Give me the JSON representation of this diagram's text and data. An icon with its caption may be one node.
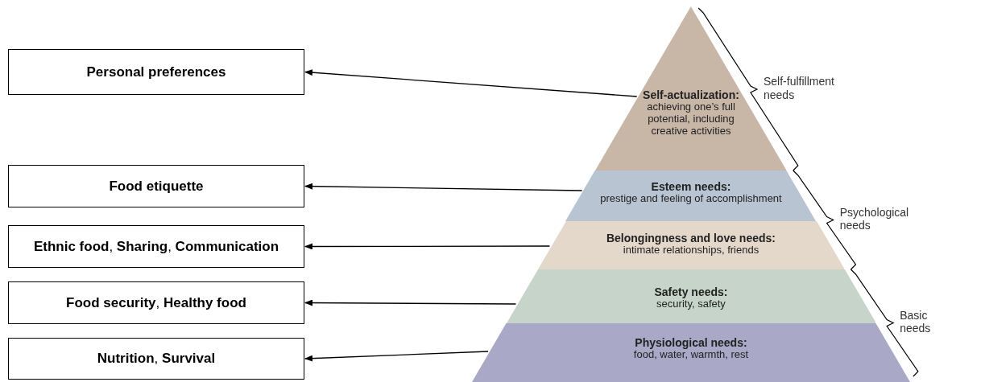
{
  "diagram": {
    "nodes": [
      {
        "text": [
          "Personal preferences"
        ]
      },
      {
        "text": [
          "Food etiquette"
        ]
      },
      {
        "text": [
          "**Ethnic food**, **Sharing**, **Communication**"
        ]
      },
      {
        "text": [
          "**Food security**, **Healthy food**"
        ]
      },
      {
        "text": [
          "**Nutrition**, **Survival**"
        ]
      },
      {
        "text": [
          "Self-actualization:",
          "achieving one’s full potential, including creative activities"
        ]
      },
      {
        "text": [
          "Esteem needs:",
          "prestige and feeling of accomplishment"
        ]
      },
      {
        "text": [
          "Belongingness and love needs:",
          "intimate relationships, friends"
        ]
      },
      {
        "text": [
          "Safety needs:",
          "security, safety"
        ]
      },
      {
        "text": [
          "Physiological needs:",
          "food, water, warmth, rest"
        ]
      }
    ],
    "edges": [
      {
        "from": 5,
        "to": 0,
        "arrow": "to"
      },
      {
        "from": 6,
        "to": 1,
        "arrow": "to"
      },
      {
        "from": 7,
        "to": 2,
        "arrow": "to"
      },
      {
        "from": 8,
        "to": 3,
        "arrow": "to"
      },
      {
        "from": 9,
        "to": 4,
        "arrow": "to"
      }
    ],
    "labels": [
      "Self-fulfillment needs",
      "Psychological needs",
      "Basic needs"
    ]
  }
}
